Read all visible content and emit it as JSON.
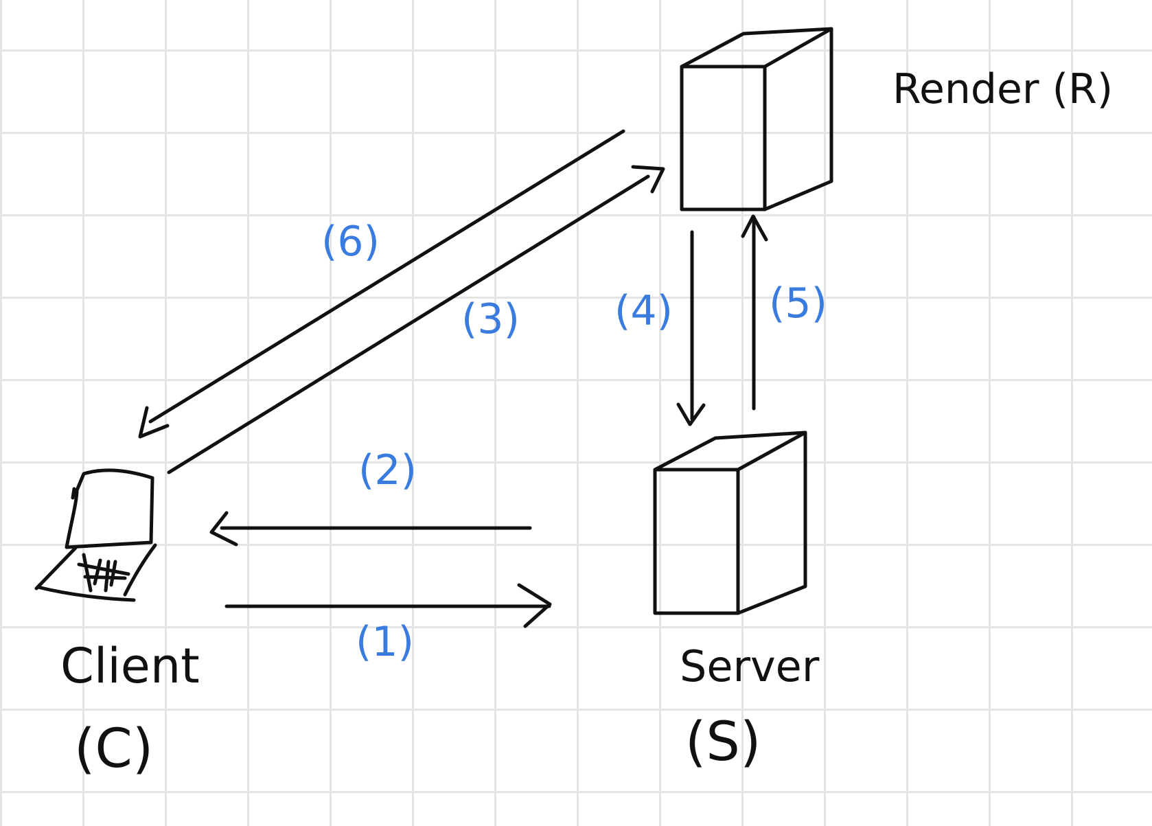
{
  "nodes": {
    "client": {
      "name": "Client",
      "code": "(C)"
    },
    "server": {
      "name": "Server",
      "code": "(S)"
    },
    "render": {
      "label": "Render (R)"
    }
  },
  "steps": [
    {
      "id": "1",
      "label": "(1)",
      "from": "client",
      "to": "server"
    },
    {
      "id": "2",
      "label": "(2)",
      "from": "server",
      "to": "client"
    },
    {
      "id": "3",
      "label": "(3)",
      "from": "client",
      "to": "render"
    },
    {
      "id": "4",
      "label": "(4)",
      "from": "render",
      "to": "server"
    },
    {
      "id": "5",
      "label": "(5)",
      "from": "server",
      "to": "render"
    },
    {
      "id": "6",
      "label": "(6)",
      "from": "render",
      "to": "client"
    }
  ],
  "colors": {
    "ink": "#111111",
    "step_labels": "#3a7be0",
    "grid": "#e4e4e4"
  },
  "icons": {
    "client": "laptop-icon",
    "server": "server-box-icon",
    "render": "server-box-icon"
  }
}
